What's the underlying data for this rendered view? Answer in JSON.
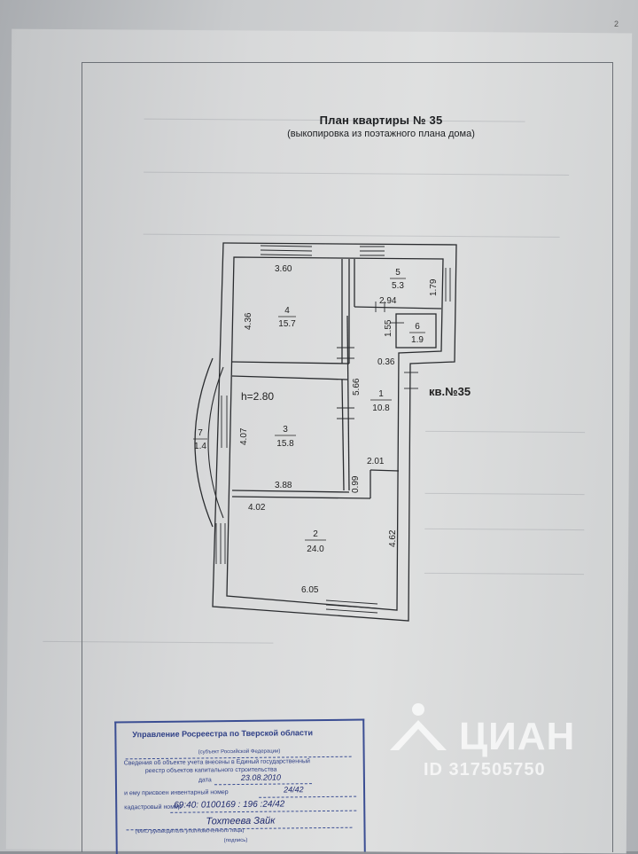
{
  "page_number": "2",
  "plan": {
    "title": "План квартиры  № 35",
    "subtitle": "(выкопировка из поэтажного плана дома)",
    "apartment_label": "кв.№35",
    "height_label": "h=2.80",
    "rooms": [
      {
        "number": "4",
        "area": "15.7"
      },
      {
        "number": "5",
        "area": "5.3"
      },
      {
        "number": "6",
        "area": "1.9"
      },
      {
        "number": "1",
        "area": "10.8"
      },
      {
        "number": "3",
        "area": "15.8"
      },
      {
        "number": "7",
        "area": "1.4"
      },
      {
        "number": "2",
        "area": "24.0"
      }
    ],
    "dimensions": {
      "d_360": "3.60",
      "d_436": "4.36",
      "d_179": "1.79",
      "d_294": "2.94",
      "d_155": "1.55",
      "d_036": "0.36",
      "d_566": "5.66",
      "d_407": "4.07",
      "d_201": "2.01",
      "d_388": "3.88",
      "d_099": "0.99",
      "d_402": "4.02",
      "d_462": "4.62",
      "d_605": "6.05"
    }
  },
  "stamp": {
    "org": "Управление Росреестра по Тверской области",
    "subject": "(субъект Российской Федерации)",
    "line1": "Сведения об объекте учета внесены в Единый государственный",
    "line2": "реестр объектов капитального строительства",
    "date_label": "дата",
    "date_value": "23.08.2010",
    "inv_label": "и ему присвоен инвентарный номер",
    "inv_value": "24/42",
    "cad_label": "кадастровый номер",
    "cad_value": "69:40: 0100169 : 196 :24/42",
    "signature": "Тохтеева Зайк",
    "fio_label": "(ФИО руководителя уполномоченного лица)",
    "sign_label": "(подпись)",
    "color": "#3b4e93"
  },
  "watermark": {
    "brand": "ЦИАН",
    "id": "ID 317505750"
  }
}
